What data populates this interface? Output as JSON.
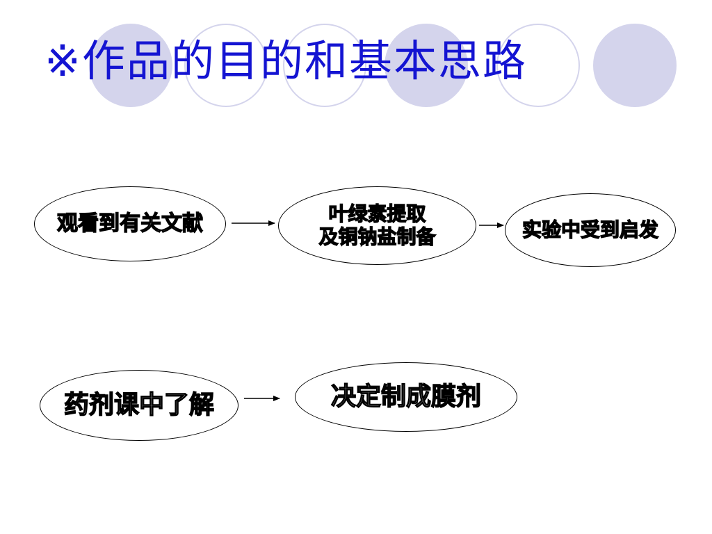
{
  "title": "※作品的目的和基本思路",
  "nodes": {
    "n1": "观看到有关文献",
    "n2": "叶绿素提取\n及铜钠盐制备",
    "n3": "实验中受到启发",
    "n4": "药剂课中了解",
    "n5": "决定制成膜剂"
  },
  "colors": {
    "title": "#1414d2",
    "decor": "#d4d4ec",
    "stroke": "#000000"
  }
}
